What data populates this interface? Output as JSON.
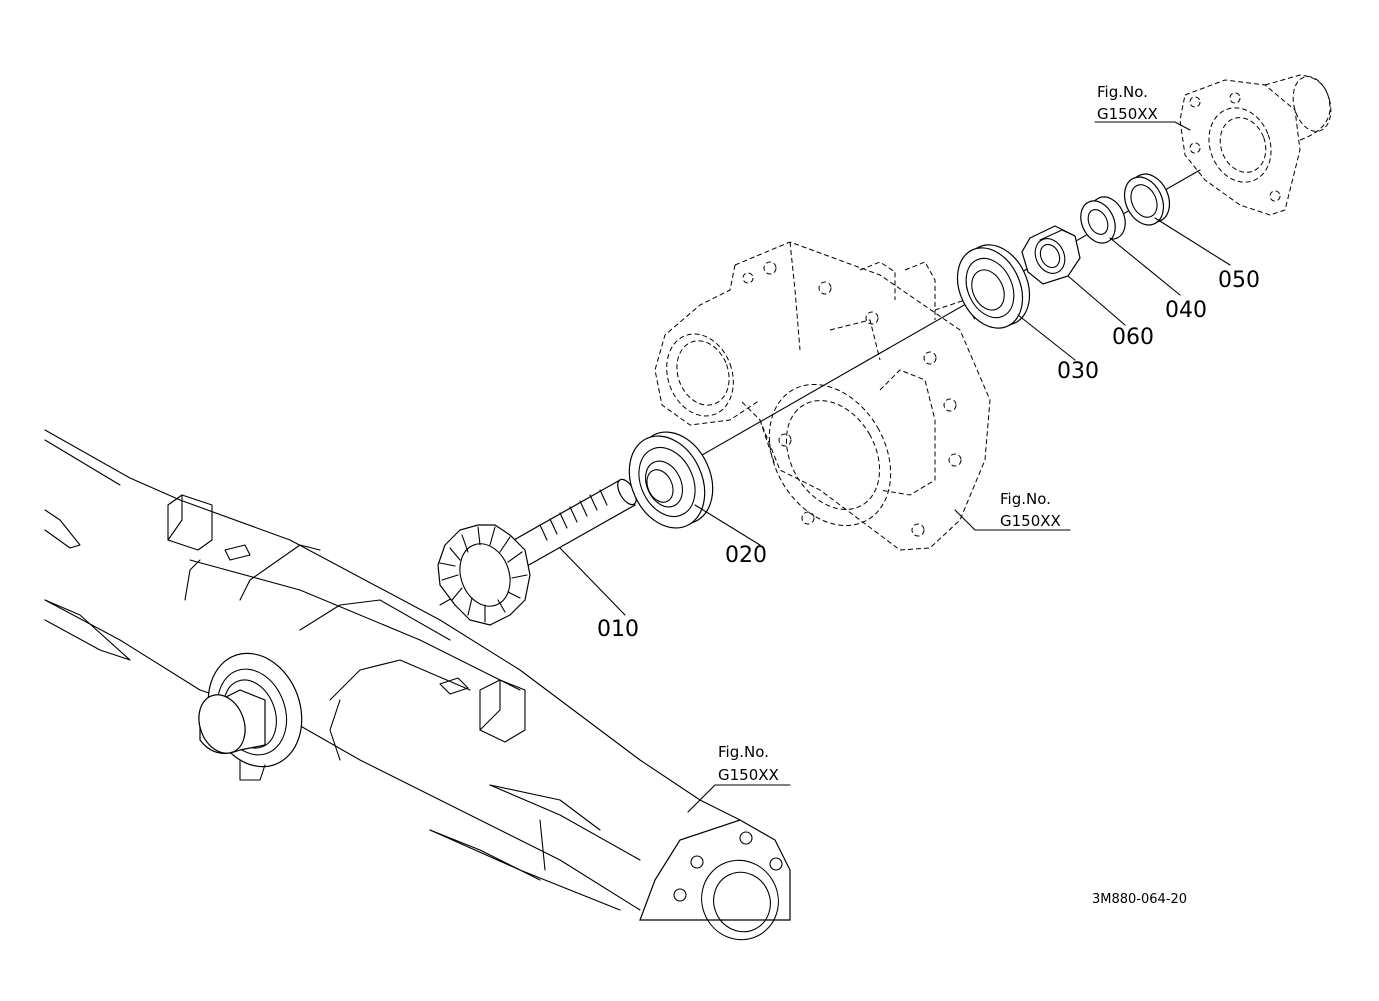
{
  "parts": [
    {
      "label": "010"
    },
    {
      "label": "020"
    },
    {
      "label": "030"
    },
    {
      "label": "040"
    },
    {
      "label": "050"
    },
    {
      "label": "060"
    }
  ],
  "references": [
    {
      "line1": "Fig.No.",
      "line2": "G150XX"
    },
    {
      "line1": "Fig.No.",
      "line2": "G150XX"
    },
    {
      "line1": "Fig.No.",
      "line2": "G150XX"
    }
  ],
  "drawing_code": "3M880-064-20"
}
